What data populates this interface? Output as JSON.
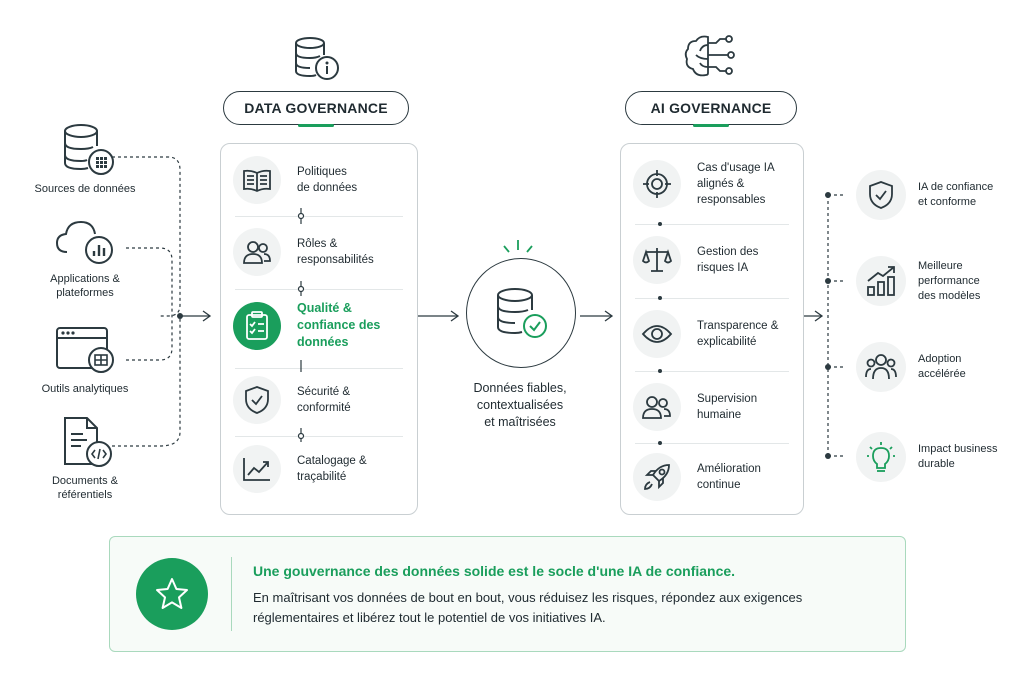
{
  "sources": [
    {
      "label_lines": [
        "Sources de données"
      ],
      "icon": "database-grid-icon"
    },
    {
      "label_lines": [
        "Applications &",
        "plateformes"
      ],
      "icon": "cloud-chart-icon"
    },
    {
      "label_lines": [
        "Outils analytiques"
      ],
      "icon": "browser-table-icon"
    },
    {
      "label_lines": [
        "Documents &",
        "référentiels"
      ],
      "icon": "document-code-icon"
    }
  ],
  "data_governance": {
    "title": "DATA GOVERNANCE",
    "header_icon": "database-info-icon",
    "items": [
      {
        "lines": [
          "Politiques",
          "de données"
        ],
        "icon": "book-icon"
      },
      {
        "lines": [
          "Rôles &",
          "responsabilités"
        ],
        "icon": "people-icon"
      },
      {
        "lines": [
          "Qualité &",
          "confiance des",
          "données"
        ],
        "icon": "clipboard-check-icon",
        "highlighted": true
      },
      {
        "lines": [
          "Sécurité &",
          "conformité"
        ],
        "icon": "shield-check-icon"
      },
      {
        "lines": [
          "Catalogage &",
          "traçabilité"
        ],
        "icon": "trend-line-icon"
      }
    ]
  },
  "center": {
    "icon": "database-check-icon",
    "lines": [
      "Données fiables,",
      "contextualisées",
      "et maîtrisées"
    ]
  },
  "ai_governance": {
    "title": "AI GOVERNANCE",
    "header_icon": "brain-circuit-icon",
    "items": [
      {
        "lines": [
          "Cas d'usage IA",
          "alignés &",
          "responsables"
        ],
        "icon": "target-icon"
      },
      {
        "lines": [
          "Gestion des",
          "risques IA"
        ],
        "icon": "scales-icon"
      },
      {
        "lines": [
          "Transparence &",
          "explicabilité"
        ],
        "icon": "eye-icon"
      },
      {
        "lines": [
          "Supervision",
          "humaine"
        ],
        "icon": "people-icon"
      },
      {
        "lines": [
          "Amélioration",
          "continue"
        ],
        "icon": "rocket-icon"
      }
    ]
  },
  "outcomes": [
    {
      "lines": [
        "IA de confiance",
        "et conforme"
      ],
      "icon": "shield-check-icon"
    },
    {
      "lines": [
        "Meilleure",
        "performance",
        "des modèles"
      ],
      "icon": "bar-chart-growth-icon"
    },
    {
      "lines": [
        "Adoption",
        "accélérée"
      ],
      "icon": "group-icon"
    },
    {
      "lines": [
        "Impact business",
        "durable"
      ],
      "icon": "lightbulb-icon"
    }
  ],
  "banner": {
    "icon": "star-icon",
    "headline": "Une gouvernance des données solide est le socle d'une IA de confiance.",
    "body_lines": [
      "En maîtrisant vos données de bout en bout, vous réduisez les risques, répondez aux exigences",
      "réglementaires et libérez tout le potentiel de vos initiatives IA."
    ]
  },
  "colors": {
    "accent": "#1a9e5c",
    "ink": "#1f2a30",
    "border": "#c9cfd2"
  }
}
